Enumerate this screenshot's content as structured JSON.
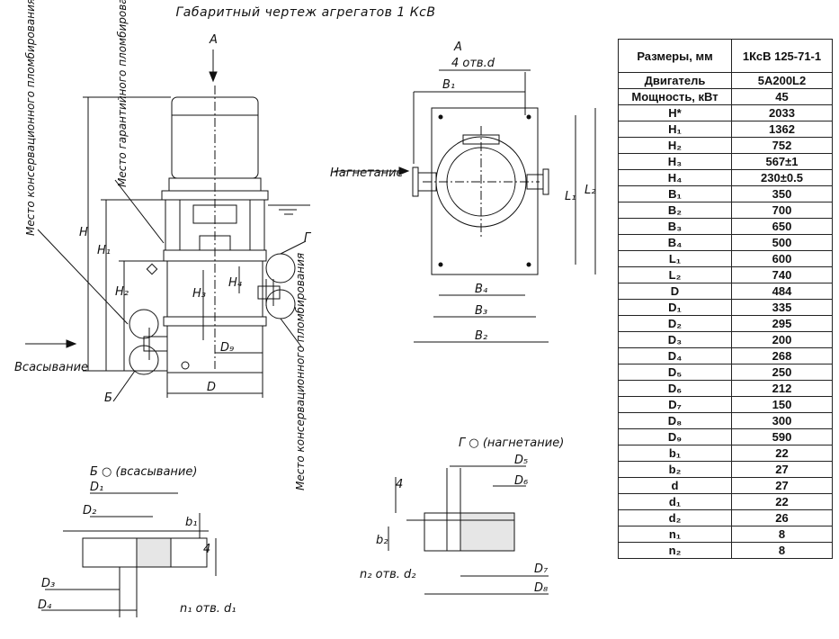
{
  "title": "Габаритный чертеж агрегатов 1 КсВ",
  "labels": {
    "view_a_arrow": "А",
    "view_a": "А",
    "holes_d": "4 отв.d",
    "discharge": "Нагнетание",
    "suction": "Всасывание",
    "mark_b": "Б",
    "mark_g": "Г",
    "seal_warranty": "Место гарантийного пломбирования",
    "seal_conservation_left": "Место консервационного пломбирования",
    "seal_conservation_bottom": "Место консервационного пломбирования",
    "detail_b": "Б  ○ (всасывание)",
    "detail_g": "Г ○ (нагнетание)",
    "holes_n1": "n₁ отв. d₁",
    "holes_n2": "n₂ отв. d₂",
    "dims": {
      "H": "H",
      "H1": "H₁",
      "H2": "H₂",
      "H3": "H₃",
      "H4": "H₄",
      "D": "D",
      "D9": "D₉",
      "B1": "B₁",
      "B2": "B₂",
      "B3": "B₃",
      "B4": "B₄",
      "L1": "L₁",
      "L2": "L₂",
      "D1": "D₁",
      "D2": "D₂",
      "D3": "D₃",
      "D4": "D₄",
      "D5": "D₅",
      "D6": "D₆",
      "D7": "D₇",
      "D8": "D₈",
      "b1": "b₁",
      "b2": "b₂",
      "four": "4"
    }
  },
  "table": {
    "header": [
      "Размеры, мм",
      "1КсВ 125-71-1"
    ],
    "rows": [
      [
        "Двигатель",
        "5А200L2"
      ],
      [
        "Мощность, кВт",
        "45"
      ],
      [
        "H*",
        "2033"
      ],
      [
        "H₁",
        "1362"
      ],
      [
        "H₂",
        "752"
      ],
      [
        "H₃",
        "567±1"
      ],
      [
        "H₄",
        "230±0.5"
      ],
      [
        "B₁",
        "350"
      ],
      [
        "B₂",
        "700"
      ],
      [
        "B₃",
        "650"
      ],
      [
        "B₄",
        "500"
      ],
      [
        "L₁",
        "600"
      ],
      [
        "L₂",
        "740"
      ],
      [
        "D",
        "484"
      ],
      [
        "D₁",
        "335"
      ],
      [
        "D₂",
        "295"
      ],
      [
        "D₃",
        "200"
      ],
      [
        "D₄",
        "268"
      ],
      [
        "D₅",
        "250"
      ],
      [
        "D₆",
        "212"
      ],
      [
        "D₇",
        "150"
      ],
      [
        "D₈",
        "300"
      ],
      [
        "D₉",
        "590"
      ],
      [
        "b₁",
        "22"
      ],
      [
        "b₂",
        "27"
      ],
      [
        "d",
        "27"
      ],
      [
        "d₁",
        "22"
      ],
      [
        "d₂",
        "26"
      ],
      [
        "n₁",
        "8"
      ],
      [
        "n₂",
        "8"
      ]
    ]
  }
}
